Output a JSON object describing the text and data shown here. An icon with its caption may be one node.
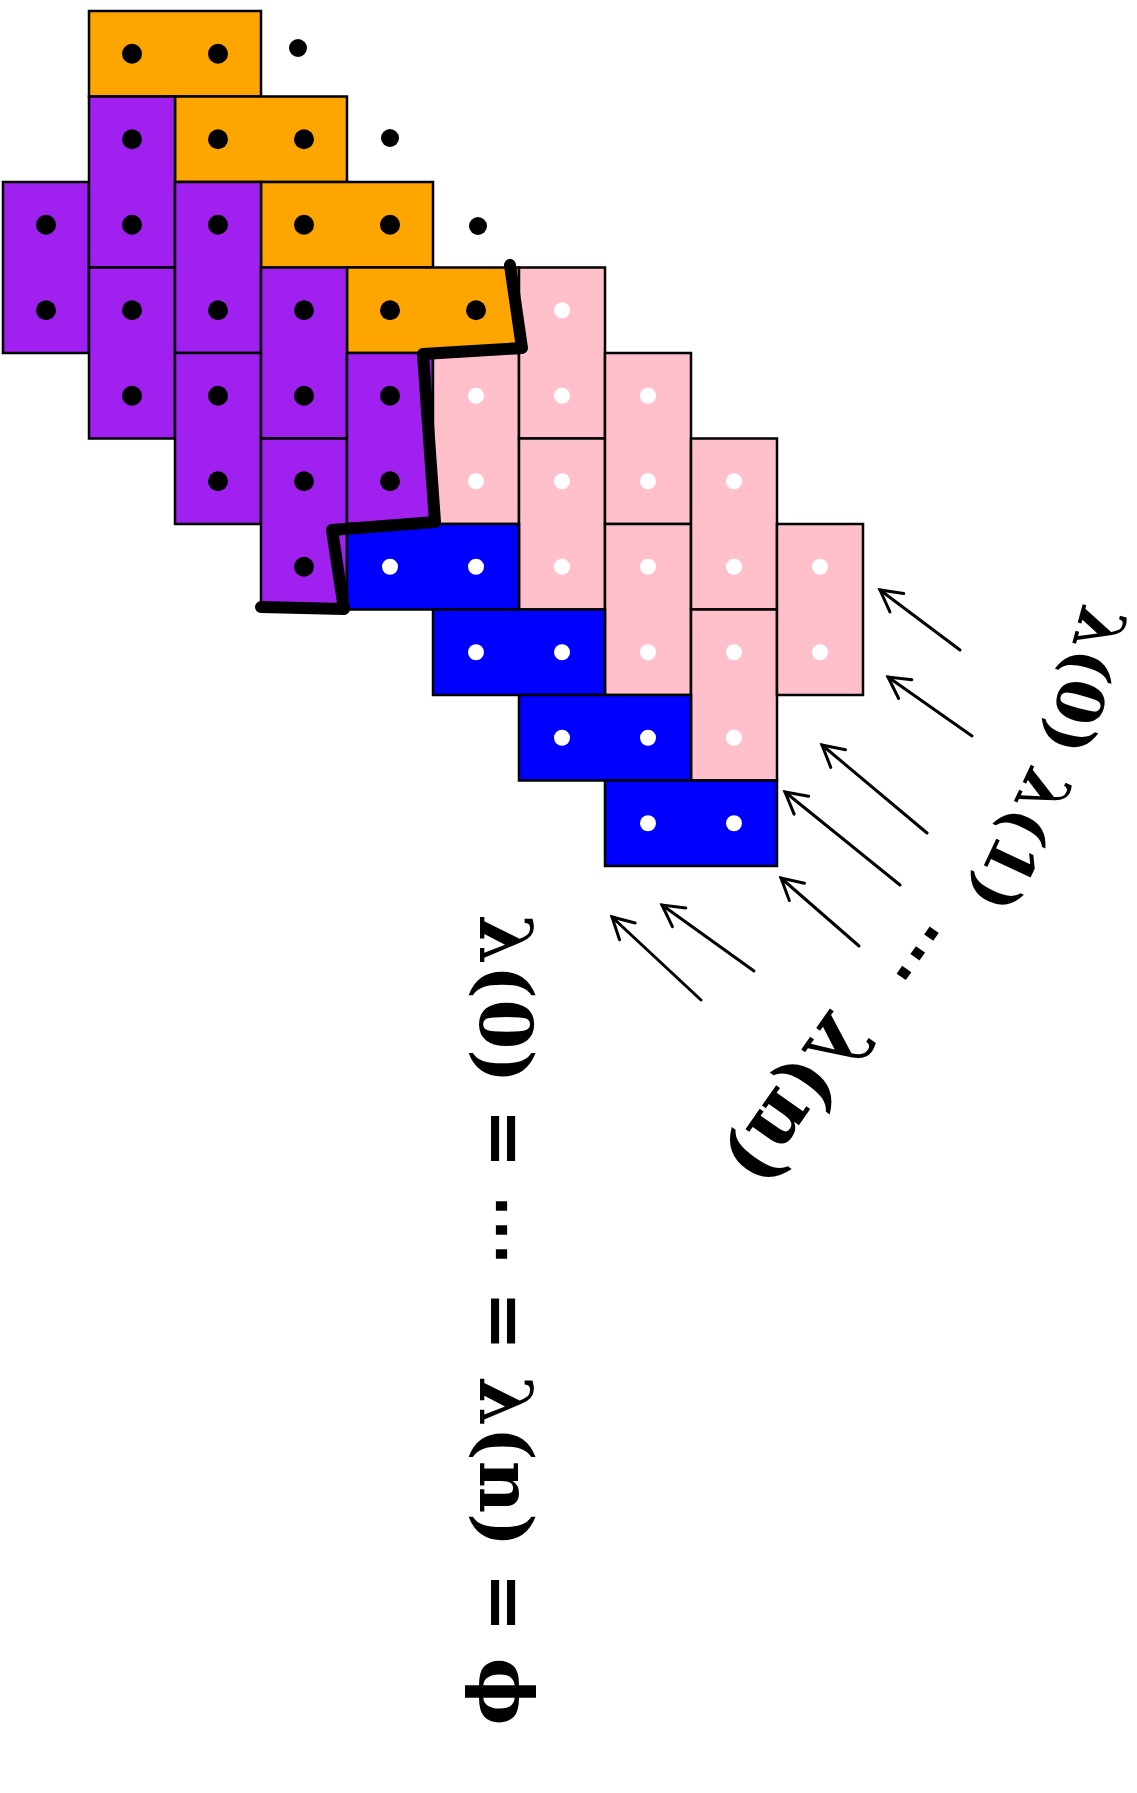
{
  "diagram": {
    "labels": [
      "λ(0)",
      "λ(1)",
      "⋯",
      "λ(n)",
      "λ(0) = ⋯ = λ(n) = ϕ"
    ]
  }
}
